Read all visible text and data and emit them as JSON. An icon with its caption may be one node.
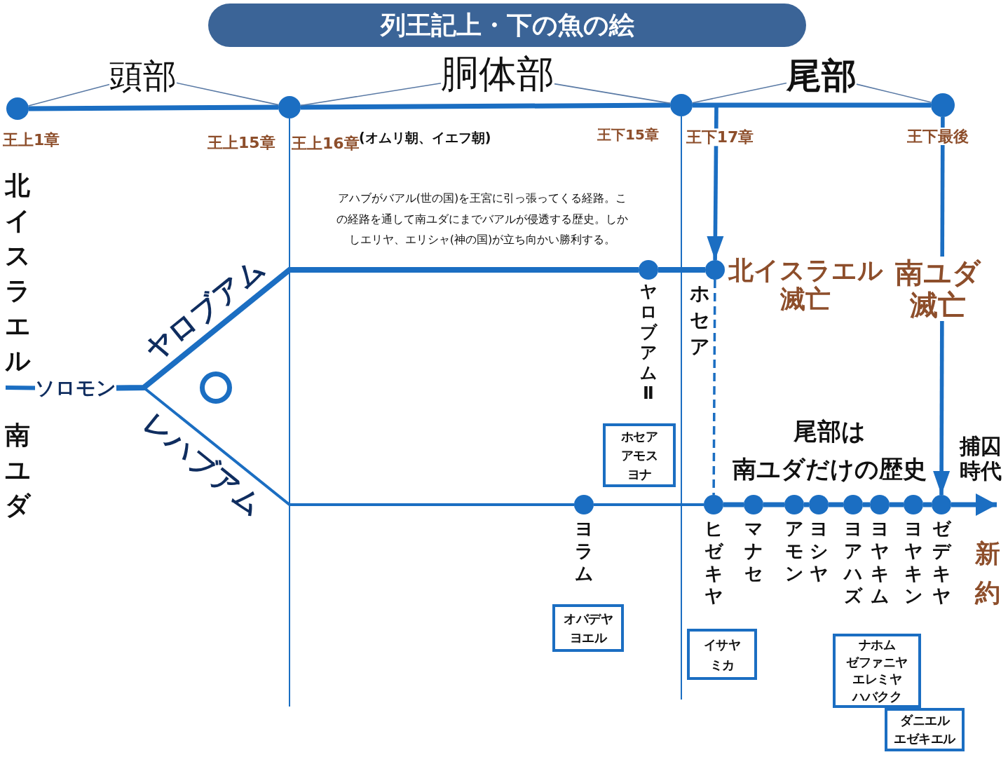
{
  "diagram": {
    "title": "列王記上・下の魚の絵",
    "nodes": [
      {
        "text": [
          "頭部"
        ]
      },
      {
        "text": [
          "胴体部"
        ]
      },
      {
        "text": [
          "尾部"
        ]
      },
      {
        "text": [],
        "shape": "circle",
        "beside": [
          "王上1章"
        ]
      },
      {
        "text": [],
        "shape": "circle",
        "beside": [
          "王上15章"
        ]
      },
      {
        "text": [],
        "shape": "circle",
        "beside": [
          "王下15章"
        ]
      },
      {
        "text": [],
        "shape": "circle",
        "beside": [
          "王下最後"
        ]
      },
      {
        "text": [
          "ソロモン"
        ]
      },
      {
        "text": [],
        "shape": "circle",
        "beside": [
          "ヤロブアムⅡ"
        ]
      },
      {
        "text": [],
        "shape": "circle",
        "beside": [
          "ホセア",
          "北イスラエル滅亡"
        ]
      },
      {
        "text": [
          "ホセア",
          "アモス",
          "ヨナ"
        ]
      },
      {
        "text": [],
        "shape": "circle",
        "beside": [
          "ヨラム"
        ]
      },
      {
        "text": [
          "オバデヤ",
          "ヨエル"
        ]
      },
      {
        "text": [],
        "shape": "circle",
        "beside": [
          "ヒゼキヤ"
        ]
      },
      {
        "text": [],
        "shape": "circle",
        "beside": [
          "マナセ"
        ]
      },
      {
        "text": [],
        "shape": "circle",
        "beside": [
          "アモン"
        ]
      },
      {
        "text": [],
        "shape": "circle",
        "beside": [
          "ヨシヤ"
        ]
      },
      {
        "text": [],
        "shape": "circle",
        "beside": [
          "ヨアハズ"
        ]
      },
      {
        "text": [],
        "shape": "circle",
        "beside": [
          "ヨヤキム"
        ]
      },
      {
        "text": [],
        "shape": "circle",
        "beside": [
          "ヨヤキン"
        ]
      },
      {
        "text": [],
        "shape": "circle",
        "beside": [
          "ゼデキヤ"
        ]
      },
      {
        "text": [
          "イサヤ",
          "ミカ"
        ]
      },
      {
        "text": [
          "ナホム",
          "ゼファニヤ",
          "エレミヤ",
          "ハバクク"
        ]
      },
      {
        "text": [
          "ダニエル",
          "エゼキエル"
        ]
      }
    ],
    "edges": [
      {
        "from": 3,
        "to": 4,
        "arrow": "none"
      },
      {
        "from": 4,
        "to": 5,
        "arrow": "none"
      },
      {
        "from": 5,
        "to": 6,
        "arrow": "none"
      },
      {
        "from": 0,
        "to": 3,
        "arrow": "none",
        "color": "#5a7aa5"
      },
      {
        "from": 0,
        "to": 4,
        "arrow": "none",
        "color": "#5a7aa5"
      },
      {
        "from": 1,
        "to": 4,
        "arrow": "none",
        "color": "#5a7aa5"
      },
      {
        "from": 1,
        "to": 5,
        "arrow": "none",
        "color": "#5a7aa5"
      },
      {
        "from": 2,
        "to": 5,
        "arrow": "none",
        "color": "#5a7aa5"
      },
      {
        "from": 2,
        "to": 6,
        "arrow": "none",
        "color": "#5a7aa5"
      },
      {
        "from": 4,
        "to": null,
        "arrow": "none"
      },
      {
        "from": 5,
        "to": null,
        "arrow": "none"
      },
      {
        "from": null,
        "to": 7,
        "arrow": "none"
      },
      {
        "from": 7,
        "to": 8,
        "arrow": "none",
        "label": "ヤロブアム"
      },
      {
        "from": 8,
        "to": 9,
        "arrow": "none"
      },
      {
        "from": null,
        "to": 9,
        "arrow": "to",
        "label": "王下17章"
      },
      {
        "from": 9,
        "to": 13,
        "arrow": "none",
        "style": "dashed"
      },
      {
        "from": 7,
        "to": 11,
        "arrow": "none",
        "label": "レハブアム"
      },
      {
        "from": 11,
        "to": 13,
        "arrow": "none"
      },
      {
        "from": 13,
        "to": 14,
        "arrow": "none"
      },
      {
        "from": 14,
        "to": 15,
        "arrow": "none"
      },
      {
        "from": 15,
        "to": 16,
        "arrow": "none"
      },
      {
        "from": 16,
        "to": 17,
        "arrow": "none"
      },
      {
        "from": 17,
        "to": 18,
        "arrow": "none"
      },
      {
        "from": 18,
        "to": 19,
        "arrow": "none"
      },
      {
        "from": 19,
        "to": 20,
        "arrow": "none"
      },
      {
        "from": 20,
        "to": null,
        "arrow": "to"
      },
      {
        "from": 6,
        "to": 20,
        "arrow": "to",
        "label": "南ユダ滅亡"
      }
    ],
    "labels": [
      "王上16章",
      "(オムリ朝、イエフ朝)",
      "アハブがバアル(世の国)を王宮に引っ張ってくる経路。この経路を通して南ユダにまでバアルが侵透する歴史。しかしエリヤ、エリシャ(神の国)が立ち向かい勝利する。",
      "北イスラエル",
      "南ユダ",
      "尾部は",
      "南ユダだけの歴史",
      "捕囚時代",
      "新約"
    ]
  }
}
